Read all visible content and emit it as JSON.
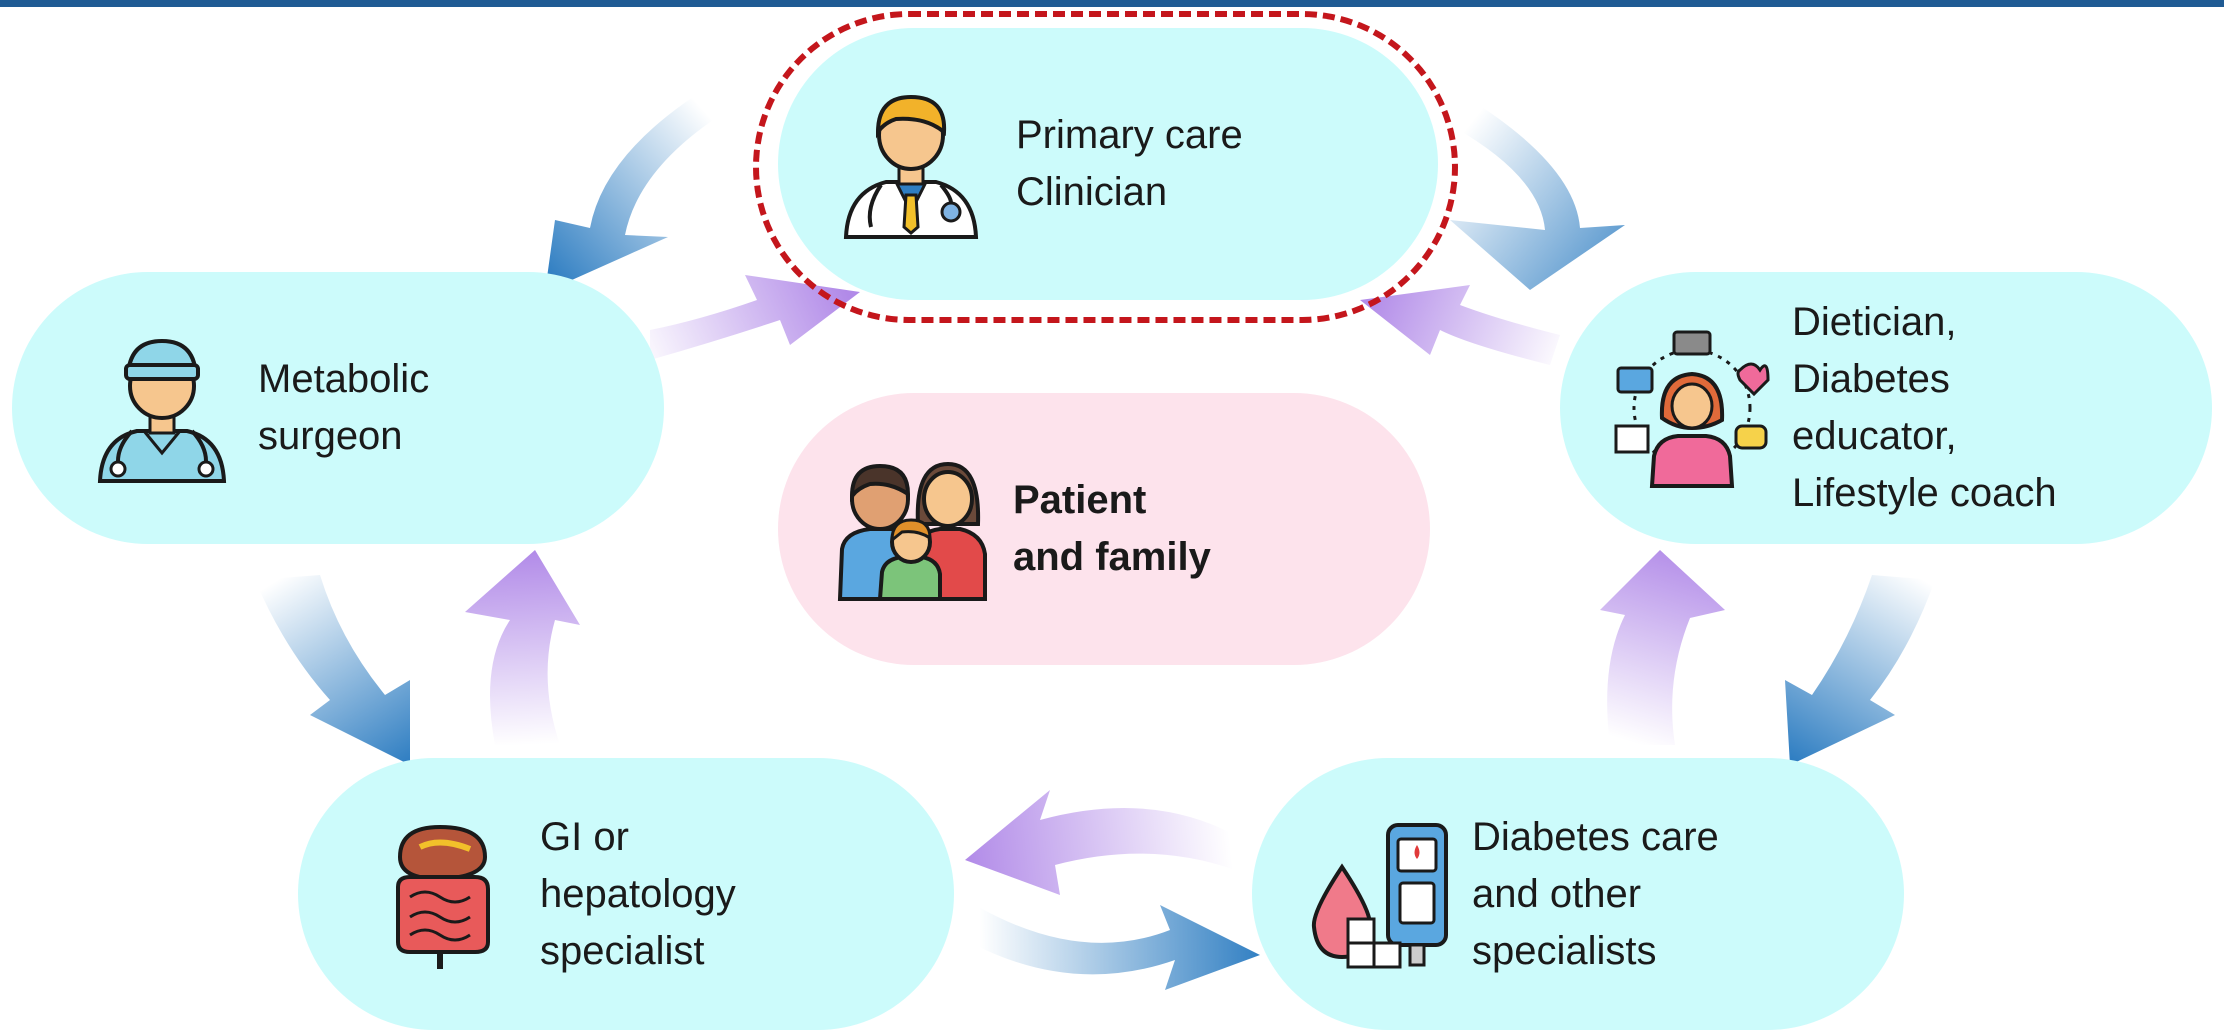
{
  "nodes": {
    "primary": {
      "label": "Primary care\nClinician",
      "icon": "doctor-stethoscope-icon"
    },
    "metabolic": {
      "label": "Metabolic\nsurgeon",
      "icon": "surgeon-icon"
    },
    "patient": {
      "label": "Patient\nand family",
      "icon": "family-icon"
    },
    "dietician": {
      "label": "Dietician,\nDiabetes\neducator,\nLifestyle coach",
      "icon": "educator-coach-icon"
    },
    "gi": {
      "label": "GI or\nhepatology\nspecialist",
      "icon": "intestine-liver-icon"
    },
    "diabetes": {
      "label": "Diabetes care\nand other\nspecialists",
      "icon": "glucometer-icon"
    }
  },
  "colors": {
    "node_fill": "#ccfbfb",
    "patient_fill": "#fde3ec",
    "blue_arrow": "#2f7ec2",
    "purple_arrow": "#b18ae8",
    "highlight_dash": "#c4161c",
    "top_bar": "#1f5b94"
  }
}
